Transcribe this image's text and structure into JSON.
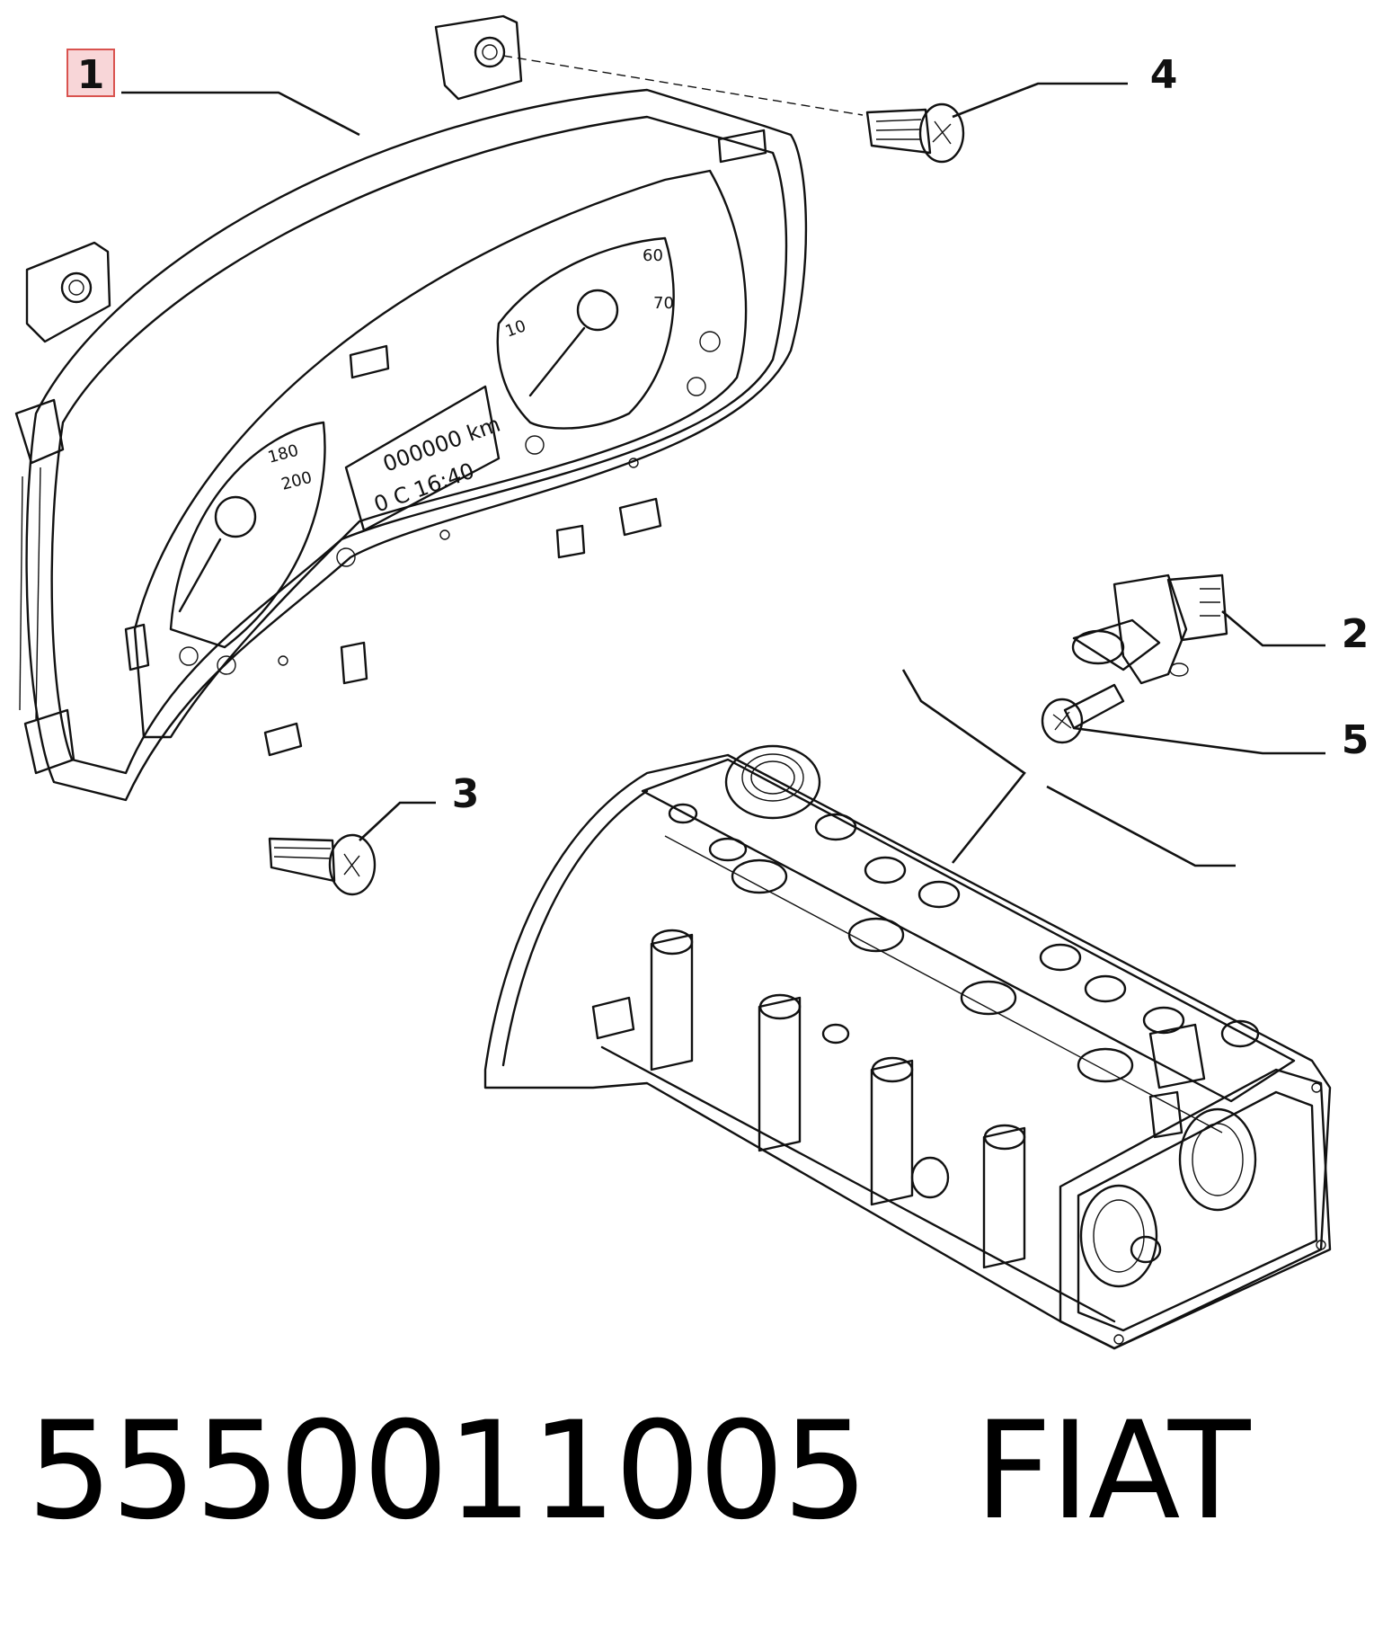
{
  "callouts": {
    "c1": "1",
    "c2": "2",
    "c3": "3",
    "c4": "4",
    "c5": "5"
  },
  "gauge_text": {
    "odometer": "000000 km",
    "clock": "0 C 16:40",
    "speed_180": "180",
    "speed_200": "200",
    "tach_10": "10",
    "temp_60": "60",
    "temp_70": "70"
  },
  "caption": {
    "part_number": "5550011005",
    "brand": "FIAT"
  },
  "colors": {
    "line": "#111111",
    "highlight_fill": "#f8d6d8",
    "highlight_border": "#d9534f"
  }
}
